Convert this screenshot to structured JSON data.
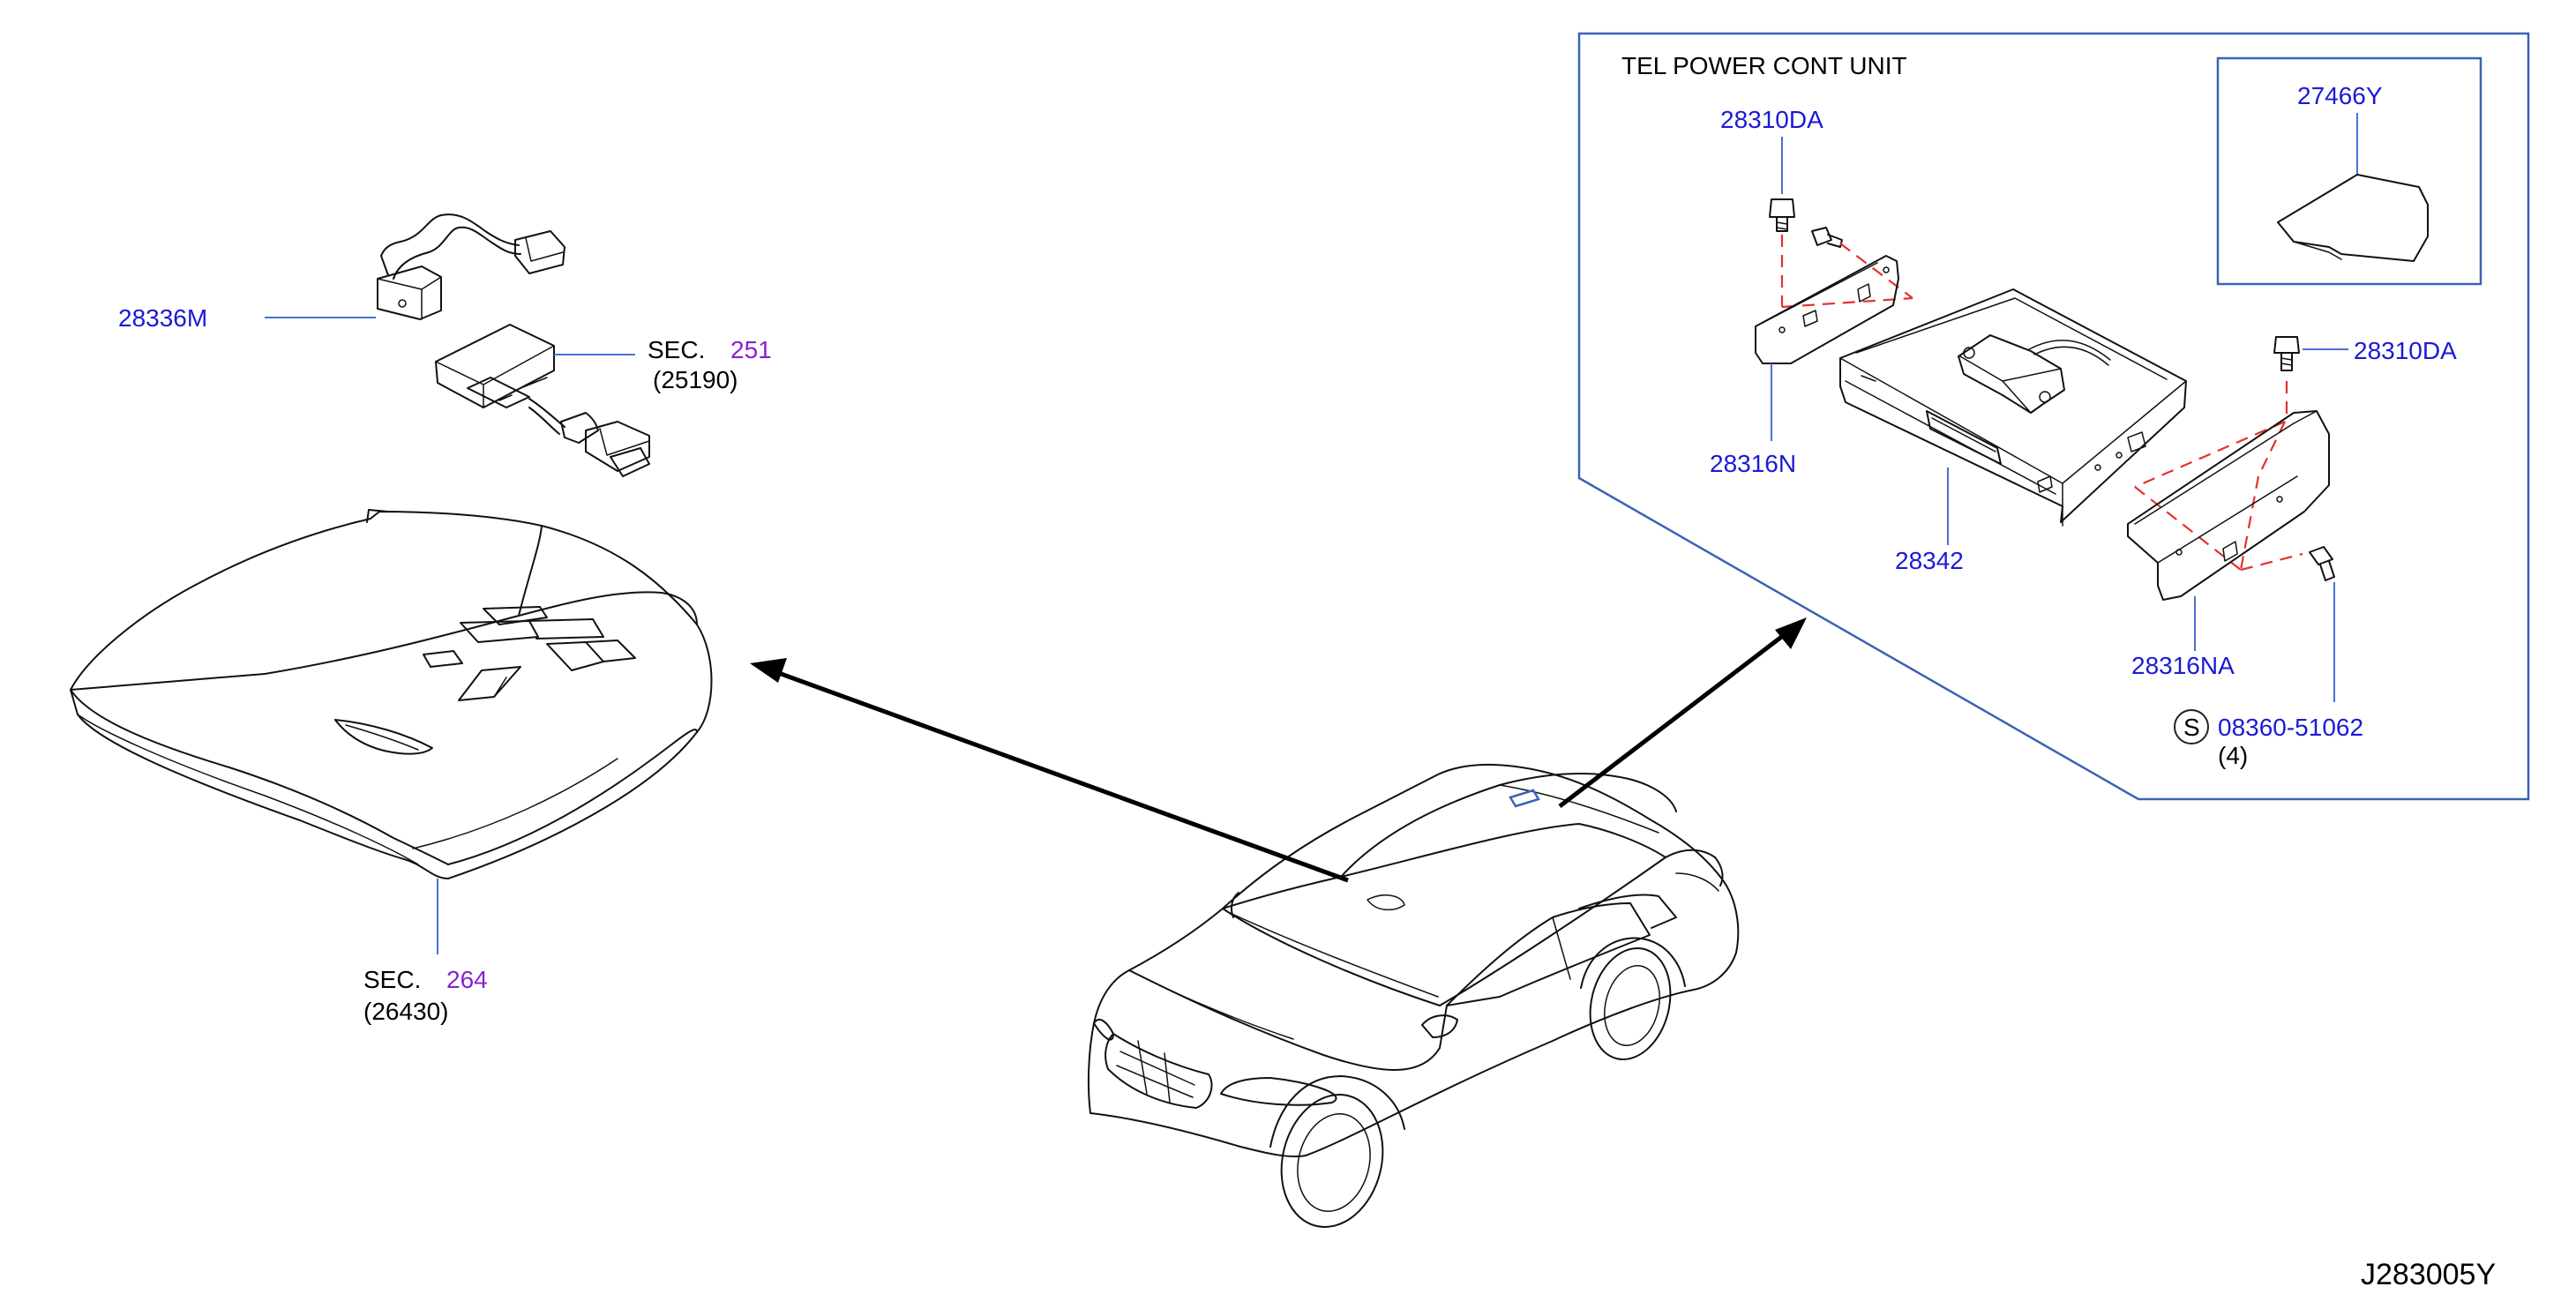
{
  "diagram_code": "J283005Y",
  "callout_box": {
    "title": "TEL   POWER   CONT   UNIT"
  },
  "inset_box": {
    "part": "27466Y"
  },
  "parts": {
    "p28310da_top": "28310DA",
    "p28310da_right": "28310DA",
    "p28316n": "28316N",
    "p28342": "28342",
    "p28316na": "28316NA",
    "screw_symbol": "S",
    "screw_part": "08360-51062",
    "screw_qty": "(4)",
    "p28336m": "28336M"
  },
  "section_refs": {
    "sec251": {
      "prefix": "SEC.",
      "number": "251",
      "part": "(25190)"
    },
    "sec264": {
      "prefix": "SEC.",
      "number": "264",
      "part": "(26430)"
    }
  },
  "colors": {
    "part_number": "#1a1ad6",
    "section_number": "#8a1fd6",
    "leader_line": "#4a6fd8",
    "dashed_guide": "#e53030"
  }
}
